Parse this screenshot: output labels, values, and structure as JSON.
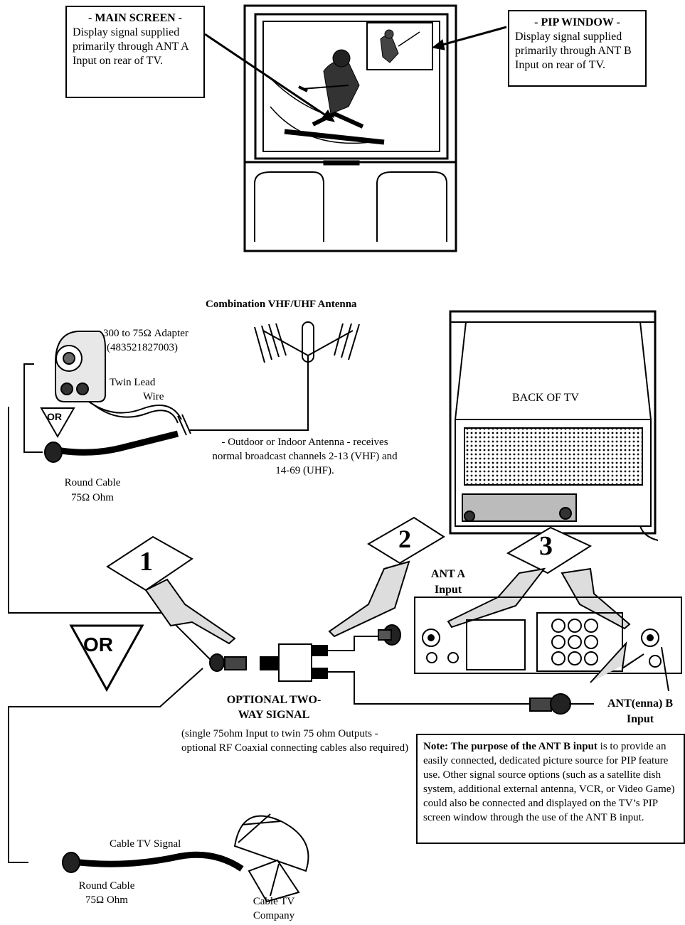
{
  "main_screen": {
    "title": "- MAIN SCREEN -",
    "body": "Display signal supplied primarily through ANT A Input on rear of TV."
  },
  "pip_window": {
    "title": "- PIP WINDOW -",
    "body": "Display signal supplied primarily through ANT B Input on rear of TV."
  },
  "antenna": {
    "title": "Combination VHF/UHF Antenna",
    "description": "- Outdoor or Indoor Antenna - receives normal broadcast channels 2-13 (VHF) and 14-69 (UHF)."
  },
  "adapter": {
    "label": "300 to 75Ω Adapter",
    "part": "(483521827003)"
  },
  "twin_lead": {
    "line1": "Twin Lead",
    "line2": "Wire"
  },
  "round_cable_top": {
    "line1": "Round Cable",
    "line2": "75Ω Ohm"
  },
  "round_cable_bottom": {
    "line1": "Round Cable",
    "line2": "75Ω Ohm"
  },
  "or_small": "OR",
  "or_large": "OR",
  "back_of_tv": "BACK OF TV",
  "steps": [
    "1",
    "2",
    "3"
  ],
  "ant_a": {
    "line1": "ANT A",
    "line2": "Input"
  },
  "ant_b": {
    "line1": "ANT(enna) B",
    "line2": "Input"
  },
  "splitter": {
    "title_line1": "OPTIONAL TWO-",
    "title_line2": "WAY SIGNAL",
    "description": "(single 75ohm Input to twin 75 ohm Outputs - optional RF Coaxial connecting cables also required)"
  },
  "cable_tv_signal": "Cable TV Signal",
  "cable_tv_company": {
    "line1": "Cable TV",
    "line2": "Company"
  },
  "note": {
    "lead": "Note: The purpose of the ANT B input",
    "body": " is to provide an easily connected, dedicated picture source for PIP feature use. Other signal source options (such as a satellite dish system, additional external antenna, VCR, or Video Game) could also be connected and displayed on the TV’s PIP screen window through the use of the ANT B input."
  }
}
